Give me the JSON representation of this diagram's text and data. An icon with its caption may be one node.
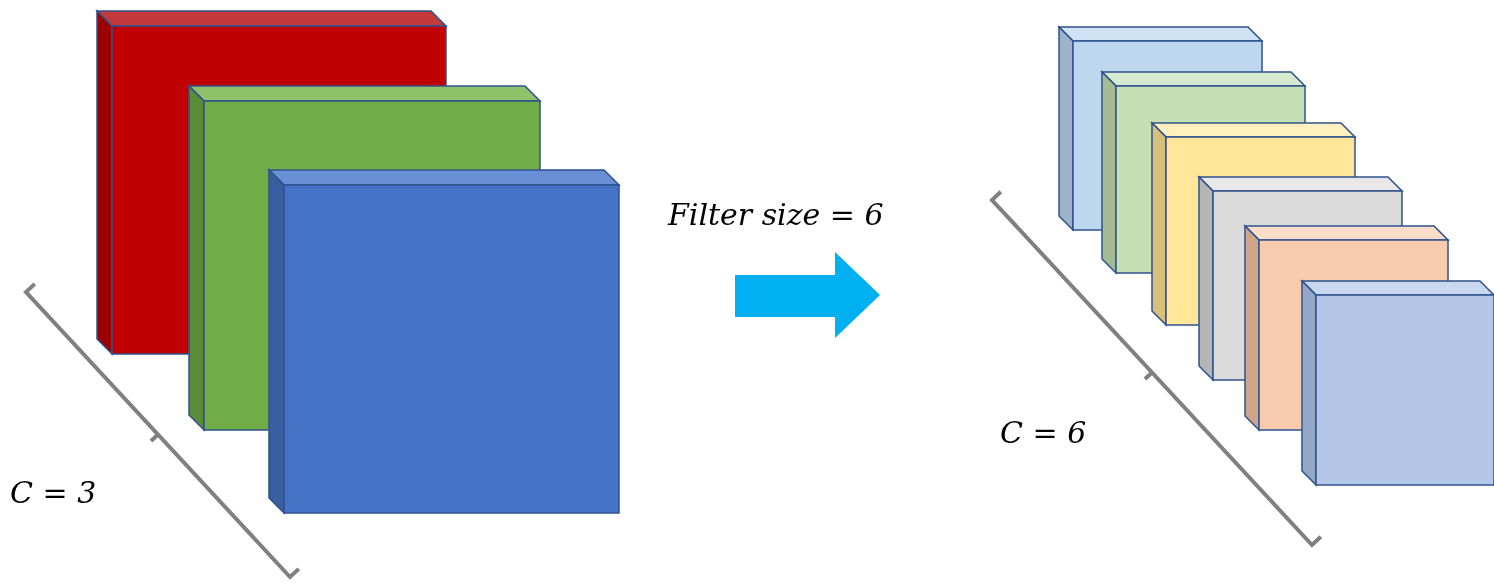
{
  "diagram": {
    "labels": [
      "C = 3",
      "Filter size = 6",
      "C = 6"
    ]
  }
}
